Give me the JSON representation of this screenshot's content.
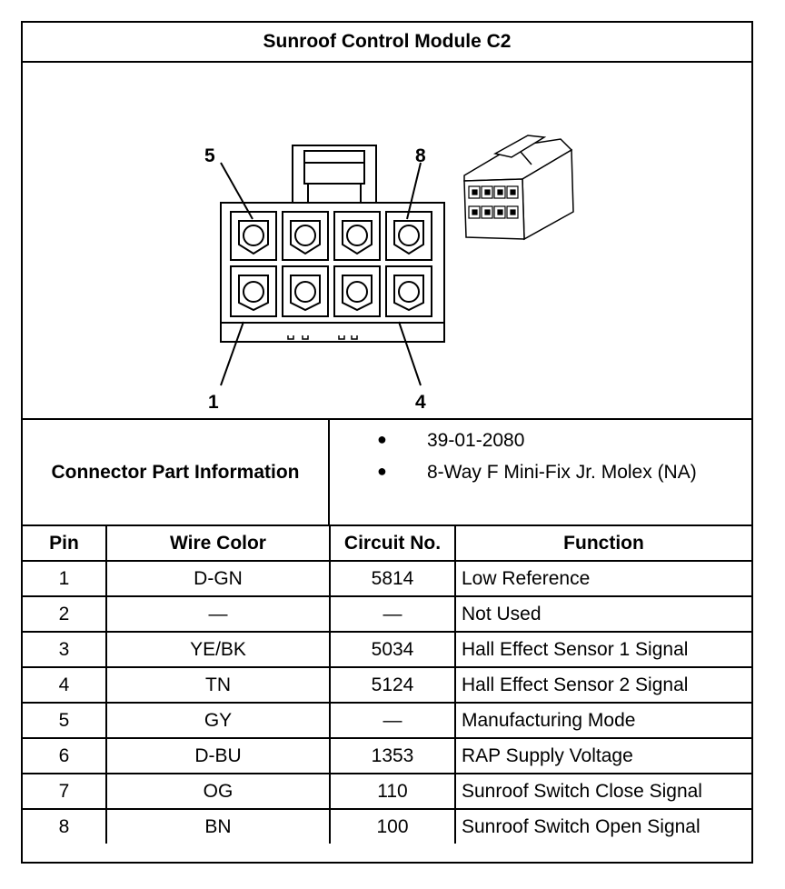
{
  "title": "Sunroof Control Module C2",
  "diagram": {
    "callouts": [
      "5",
      "8",
      "1",
      "4"
    ],
    "face_icon": "connector-face-view",
    "iso_icon": "connector-isometric-view"
  },
  "connector_info": {
    "label": "Connector Part Information",
    "items": [
      "39-01-2080",
      "8-Way F Mini-Fix Jr. Molex (NA)"
    ]
  },
  "table": {
    "headers": [
      "Pin",
      "Wire Color",
      "Circuit No.",
      "Function"
    ],
    "rows": [
      [
        "1",
        "D-GN",
        "5814",
        "Low Reference"
      ],
      [
        "2",
        "—",
        "—",
        "Not Used"
      ],
      [
        "3",
        "YE/BK",
        "5034",
        "Hall Effect Sensor 1 Signal"
      ],
      [
        "4",
        "TN",
        "5124",
        "Hall Effect Sensor 2 Signal"
      ],
      [
        "5",
        "GY",
        "—",
        "Manufacturing Mode"
      ],
      [
        "6",
        "D-BU",
        "1353",
        "RAP Supply Voltage"
      ],
      [
        "7",
        "OG",
        "110",
        "Sunroof Switch Close Signal"
      ],
      [
        "8",
        "BN",
        "100",
        "Sunroof Switch Open Signal"
      ]
    ]
  }
}
